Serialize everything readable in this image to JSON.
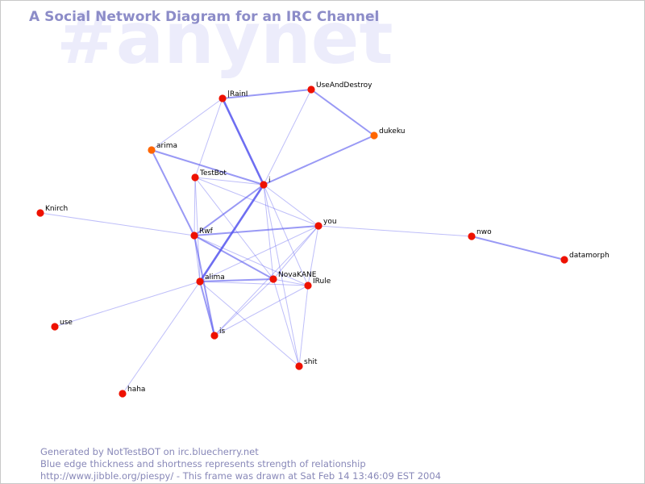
{
  "watermark": "#anynet",
  "title": "A Social Network Diagram for an IRC Channel",
  "footer": {
    "line1": "Generated by NotTestBOT on irc.bluecherry.net",
    "line2": "Blue edge thickness and shortness represents strength of relationship",
    "line3": "http://www.jibble.org/piespy/ - This frame was drawn at Sat Feb 14 13:46:09 EST 2004"
  },
  "colors": {
    "node": "#ee1100",
    "node_alt": "#ff6600",
    "edge": "#5555ee",
    "title": "#8c8cc8",
    "watermark": "#ececfb",
    "footer": "#8888b8"
  },
  "nodes": [
    {
      "id": "IRainI",
      "label": "|RainI",
      "color": "node"
    },
    {
      "id": "UseAndDestroy",
      "label": "UseAndDestroy",
      "color": "node"
    },
    {
      "id": "dukeku",
      "label": "dukeku",
      "color": "node_alt"
    },
    {
      "id": "arima",
      "label": "arima",
      "color": "node_alt"
    },
    {
      "id": "TestBot",
      "label": "TestBot",
      "color": "node"
    },
    {
      "id": "i",
      "label": "i",
      "color": "node"
    },
    {
      "id": "Knirch",
      "label": "Knirch",
      "color": "node"
    },
    {
      "id": "you",
      "label": "you",
      "color": "node"
    },
    {
      "id": "Rwf",
      "label": "Rwf",
      "color": "node"
    },
    {
      "id": "nwo",
      "label": "nwo",
      "color": "node"
    },
    {
      "id": "datamorph",
      "label": "datamorph",
      "color": "node"
    },
    {
      "id": "NovaKANE",
      "label": "NovaKANE",
      "color": "node"
    },
    {
      "id": "alima",
      "label": "alima",
      "color": "node"
    },
    {
      "id": "IRule",
      "label": "IRule",
      "color": "node"
    },
    {
      "id": "use",
      "label": "use",
      "color": "node"
    },
    {
      "id": "is",
      "label": "is",
      "color": "node"
    },
    {
      "id": "shit",
      "label": "shit",
      "color": "node"
    },
    {
      "id": "haha",
      "label": "haha",
      "color": "node"
    }
  ],
  "edges": [
    {
      "source": "IRainI",
      "target": "UseAndDestroy",
      "weight": 2
    },
    {
      "source": "IRainI",
      "target": "i",
      "weight": 3
    },
    {
      "source": "IRainI",
      "target": "arima",
      "weight": 1
    },
    {
      "source": "IRainI",
      "target": "TestBot",
      "weight": 1
    },
    {
      "source": "UseAndDestroy",
      "target": "dukeku",
      "weight": 2
    },
    {
      "source": "UseAndDestroy",
      "target": "i",
      "weight": 1
    },
    {
      "source": "dukeku",
      "target": "i",
      "weight": 2
    },
    {
      "source": "arima",
      "target": "i",
      "weight": 2
    },
    {
      "source": "arima",
      "target": "Rwf",
      "weight": 2
    },
    {
      "source": "TestBot",
      "target": "i",
      "weight": 1
    },
    {
      "source": "TestBot",
      "target": "Rwf",
      "weight": 1
    },
    {
      "source": "TestBot",
      "target": "alima",
      "weight": 1
    },
    {
      "source": "TestBot",
      "target": "you",
      "weight": 1
    },
    {
      "source": "TestBot",
      "target": "NovaKANE",
      "weight": 1
    },
    {
      "source": "i",
      "target": "Rwf",
      "weight": 2
    },
    {
      "source": "i",
      "target": "alima",
      "weight": 3
    },
    {
      "source": "i",
      "target": "NovaKANE",
      "weight": 1
    },
    {
      "source": "i",
      "target": "IRule",
      "weight": 1
    },
    {
      "source": "i",
      "target": "you",
      "weight": 1
    },
    {
      "source": "i",
      "target": "shit",
      "weight": 1
    },
    {
      "source": "Knirch",
      "target": "Rwf",
      "weight": 1
    },
    {
      "source": "Rwf",
      "target": "you",
      "weight": 2
    },
    {
      "source": "Rwf",
      "target": "NovaKANE",
      "weight": 2
    },
    {
      "source": "Rwf",
      "target": "alima",
      "weight": 1
    },
    {
      "source": "Rwf",
      "target": "is",
      "weight": 2
    },
    {
      "source": "Rwf",
      "target": "IRule",
      "weight": 1
    },
    {
      "source": "you",
      "target": "nwo",
      "weight": 1
    },
    {
      "source": "you",
      "target": "alima",
      "weight": 1
    },
    {
      "source": "you",
      "target": "NovaKANE",
      "weight": 1
    },
    {
      "source": "you",
      "target": "IRule",
      "weight": 1
    },
    {
      "source": "you",
      "target": "is",
      "weight": 1
    },
    {
      "source": "nwo",
      "target": "datamorph",
      "weight": 2
    },
    {
      "source": "alima",
      "target": "NovaKANE",
      "weight": 2
    },
    {
      "source": "alima",
      "target": "is",
      "weight": 2
    },
    {
      "source": "alima",
      "target": "use",
      "weight": 1
    },
    {
      "source": "alima",
      "target": "haha",
      "weight": 1
    },
    {
      "source": "alima",
      "target": "shit",
      "weight": 1
    },
    {
      "source": "alima",
      "target": "IRule",
      "weight": 1
    },
    {
      "source": "NovaKANE",
      "target": "IRule",
      "weight": 1
    },
    {
      "source": "NovaKANE",
      "target": "is",
      "weight": 1
    },
    {
      "source": "NovaKANE",
      "target": "shit",
      "weight": 1
    },
    {
      "source": "IRule",
      "target": "is",
      "weight": 1
    },
    {
      "source": "IRule",
      "target": "shit",
      "weight": 1
    }
  ]
}
